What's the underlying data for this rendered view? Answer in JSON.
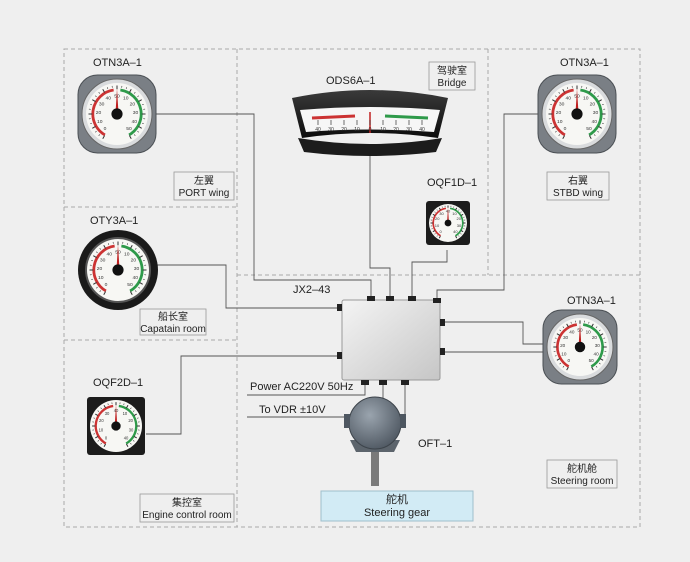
{
  "instruments": {
    "port_indicator": "OTN3A–1",
    "bridge_indicator": "ODS6A–1",
    "stbd_indicator": "OTN3A–1",
    "bridge_small_indicator": "OQF1D–1",
    "captain_indicator": "OTY3A–1",
    "junction_box": "JX2–43",
    "steering_indicator": "OTN3A–1",
    "engine_indicator": "OQF2D–1",
    "transmitter": "OFT–1"
  },
  "locations": {
    "bridge_zh": "驾驶室",
    "bridge_en": "Bridge",
    "port_zh": "左翼",
    "port_en": "PORT wing",
    "stbd_zh": "右翼",
    "stbd_en": "STBD wing",
    "captain_zh": "船长室",
    "captain_en": "Capatain room",
    "engine_zh": "集控室",
    "engine_en": "Engine control room",
    "steering_zh": "舵机舱",
    "steering_en": "Steering room",
    "gear_zh": "舵机",
    "gear_en": "Steering gear"
  },
  "wires": {
    "power": "Power AC220V 50Hz",
    "vdr": "To VDR  ±10V"
  },
  "scales": {
    "round": [
      "0",
      "10",
      "20",
      "30",
      "40",
      "50",
      "10",
      "20",
      "30",
      "40",
      "50"
    ],
    "small": [
      "0",
      "10",
      "20",
      "30",
      "40",
      "10",
      "20",
      "30",
      "40"
    ],
    "bridge_strip": [
      "40",
      "30",
      "20",
      "10",
      "0",
      "10",
      "20",
      "30",
      "40"
    ]
  },
  "colors": {
    "port_side": "#cc3333",
    "stbd_side": "#2e9a4a",
    "zone_border": "#a8a8a8",
    "steering_gear_fill": "#d2ebf5"
  }
}
